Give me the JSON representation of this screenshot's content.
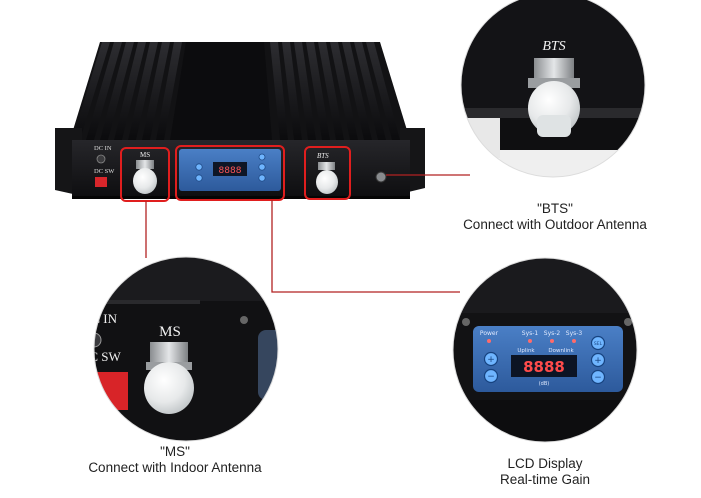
{
  "device": {
    "ports": {
      "dc_in": "DC IN",
      "dc_sw": "DC SW",
      "ms": "MS",
      "bts": "BTS"
    },
    "panel": {
      "labels": [
        "Power",
        "Sys-1",
        "Sys-2",
        "Sys-3"
      ],
      "uplink": "Uplink",
      "downlink": "Downlink",
      "digits": "8888",
      "sel": "SEL",
      "unit": "(dB)"
    }
  },
  "callouts": {
    "bts": {
      "title": "\"BTS\"",
      "subtitle": "Connect with Outdoor Antenna"
    },
    "ms": {
      "title": "\"MS\"",
      "subtitle": "Connect with Indoor Antenna"
    },
    "lcd": {
      "title": "LCD Display",
      "subtitle": "Real-time Gain"
    }
  },
  "colors": {
    "highlight": "#e01e1e",
    "leader_line": "#b22222",
    "chassis": "#1a1a1c",
    "panel_blue": "#3a6fb8",
    "led_red": "#ff4b4b"
  }
}
